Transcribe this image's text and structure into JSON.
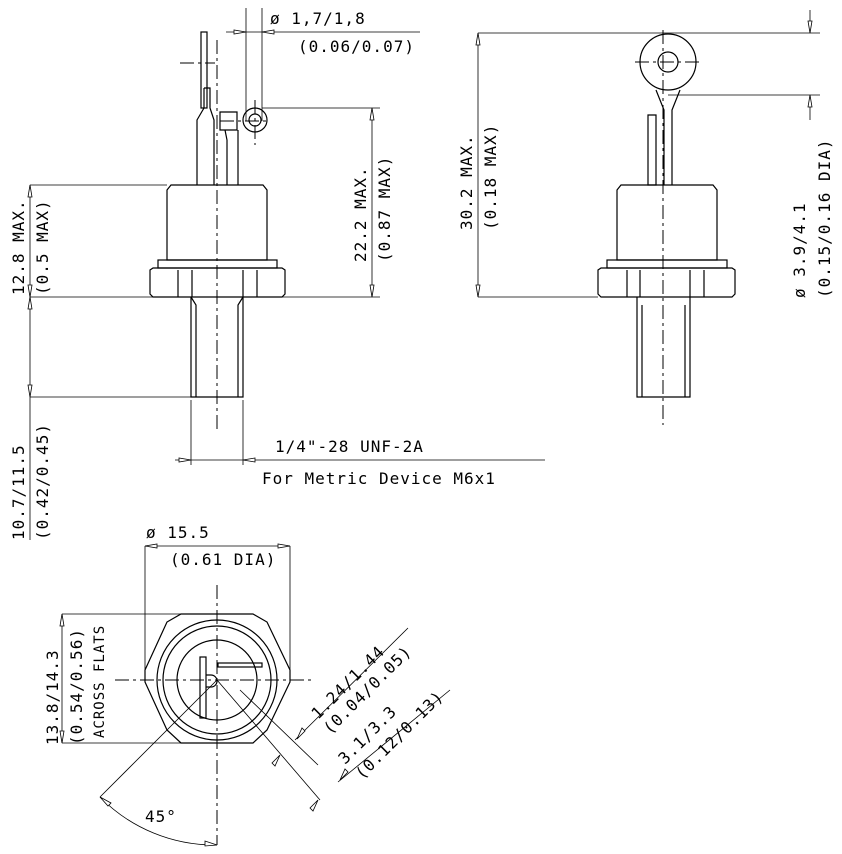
{
  "labels": {
    "lead_dia": "ø 1,7/1,8",
    "lead_dia_in": "(0.06/0.07)",
    "height_22": "22.2 MAX.",
    "height_22_in": "(0.87 MAX)",
    "height_12": "12.8 MAX.",
    "height_12_in": "(0.5 MAX)",
    "stud_len": "10.7/11.5",
    "stud_len_in": "(0.42/0.45)",
    "thread": "1/4\"-28 UNF-2A",
    "metric": "For Metric Device M6x1",
    "height_30": "30.2 MAX.",
    "height_30_in": "(0.18 MAX)",
    "eye_dia": "ø 3.9/4.1",
    "eye_dia_in": "(0.15/0.16 DIA)",
    "flange_dia": "ø 15.5",
    "flange_dia_in": "(0.61 DIA)",
    "flats": "13.8/14.3",
    "flats_in": "(0.54/0.56)",
    "across_flats": "ACROSS FLATS",
    "gate_dim": "1.24/1.44",
    "gate_dim_in": "(0.04/0.05)",
    "term_dim": "3.1/3.3",
    "term_dim_in": "(0.12/0.13)",
    "angle": "45°"
  }
}
